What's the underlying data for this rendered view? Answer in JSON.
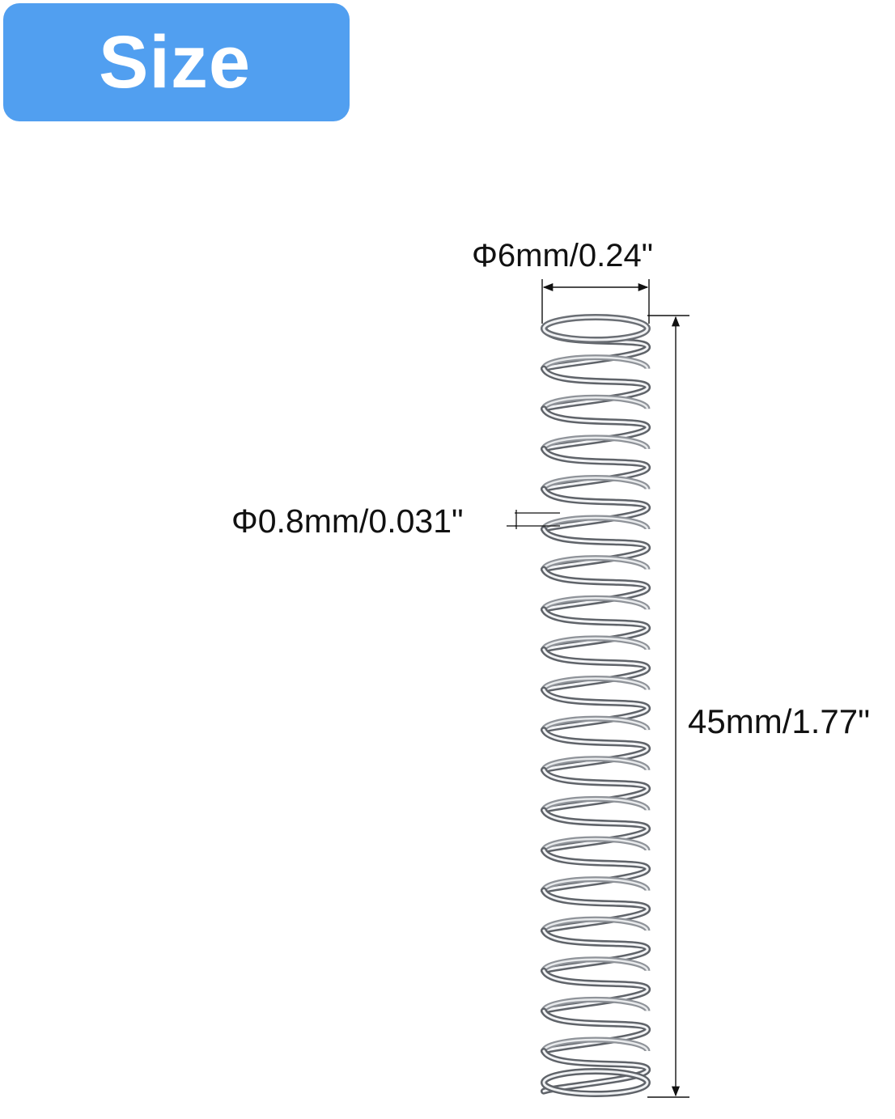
{
  "badge": {
    "label": "Size",
    "color": "#519ff0"
  },
  "dimensions": {
    "outer_diameter": "Φ6mm/0.24\"",
    "wire_diameter": "Φ0.8mm/0.031\"",
    "free_length": "45mm/1.77\""
  },
  "spring": {
    "coil_count": 19,
    "material_color": "#8f9399"
  }
}
